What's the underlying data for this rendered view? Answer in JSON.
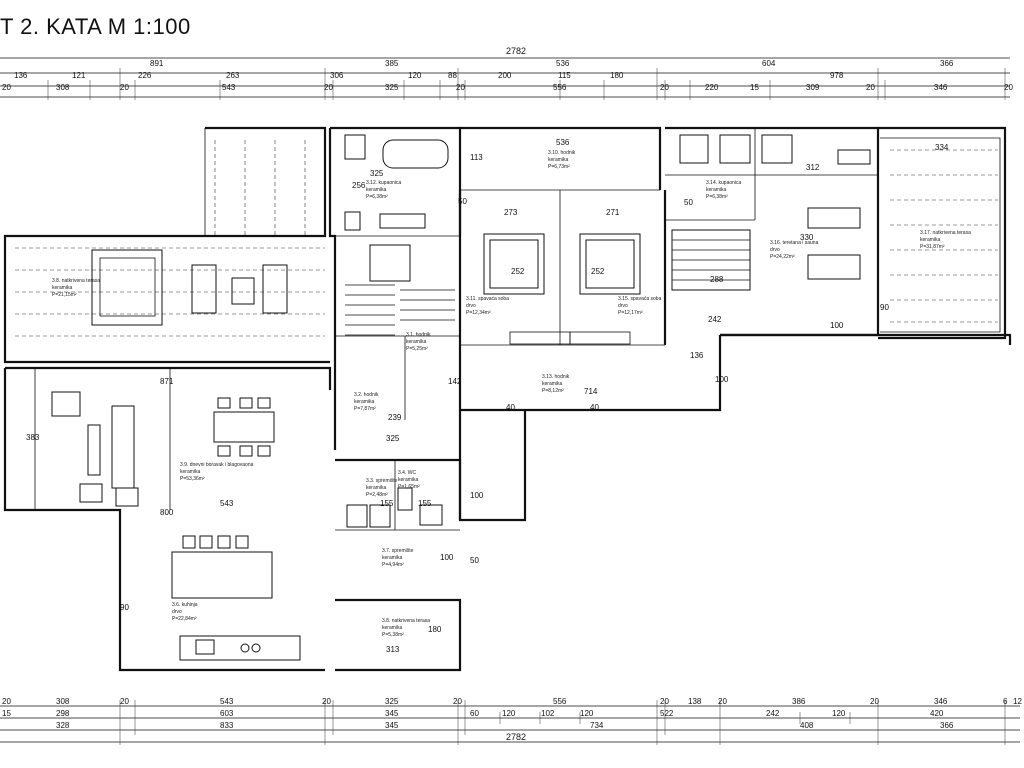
{
  "title": "T 2. KATA M 1:100",
  "top_dims": {
    "overall": "2782",
    "row1": [
      "891",
      "385",
      "536",
      "604",
      "366"
    ],
    "row2": [
      "136",
      "121",
      "226",
      "263",
      "306",
      "120",
      "88",
      "200",
      "115",
      "180",
      "978"
    ],
    "row3": [
      "20",
      "308",
      "20",
      "543",
      "20",
      "325",
      "20",
      "556",
      "20",
      "220",
      "15",
      "309",
      "20",
      "346",
      "20"
    ]
  },
  "bottom_dims": {
    "overall": "2782",
    "row1": [
      "20",
      "308",
      "20",
      "543",
      "20",
      "325",
      "20",
      "556",
      "20",
      "138",
      "20",
      "386",
      "20",
      "346",
      "6",
      "12"
    ],
    "row2": [
      "15",
      "298",
      "603",
      "345",
      "60",
      "120",
      "102",
      "120",
      "522",
      "242",
      "120",
      "420"
    ],
    "row3": [
      "328",
      "833",
      "345",
      "734",
      "408",
      "366"
    ]
  },
  "inner_dims": [
    "536",
    "113",
    "325",
    "256",
    "273",
    "271",
    "252",
    "252",
    "871",
    "383",
    "543",
    "800",
    "325",
    "239",
    "142",
    "714",
    "136",
    "334",
    "312",
    "288",
    "242",
    "330",
    "155",
    "155",
    "313",
    "180",
    "100",
    "40",
    "40",
    "100"
  ],
  "rooms": [
    {
      "id": "r3_8",
      "name": "3.8. natkrivena terasa",
      "floor": "keramika",
      "area": "P=21,15m²"
    },
    {
      "id": "r3_9",
      "name": "3.9. dnevni boravak i blagovaona",
      "floor": "keramika",
      "area": "P=53,36m²"
    },
    {
      "id": "r3_6",
      "name": "3.6. kuhinja",
      "floor": "drvo",
      "area": "P=22,84m²"
    },
    {
      "id": "r3_12",
      "name": "3.12. kupaonica",
      "floor": "keramika",
      "area": "P=6,38m²"
    },
    {
      "id": "r3_1",
      "name": "3.1. hodnik",
      "floor": "keramika",
      "area": "P=5,25m²"
    },
    {
      "id": "r3_2",
      "name": "3.2. hodnik",
      "floor": "keramika",
      "area": "P=7,87m²"
    },
    {
      "id": "r3_3",
      "name": "3.3. spremište",
      "floor": "keramika",
      "area": "P=2,48m²"
    },
    {
      "id": "r3_4",
      "name": "3.4. WC",
      "floor": "keramika",
      "area": "P=1,65m²"
    },
    {
      "id": "r3_7",
      "name": "3.7. spremište",
      "floor": "keramika",
      "area": "P=4,94m²"
    },
    {
      "id": "r3_8b",
      "name": "3.8. natkrivena terasa",
      "floor": "keramika",
      "area": "P=5,38m²"
    },
    {
      "id": "r3_10",
      "name": "3.10. hodnik",
      "floor": "keramika",
      "area": "P=6,73m²"
    },
    {
      "id": "r3_11",
      "name": "3.11. spavaća soba",
      "floor": "drvo",
      "area": "P=12,34m²"
    },
    {
      "id": "r3_15",
      "name": "3.15. spavaća soba",
      "floor": "drvo",
      "area": "P=12,17m²"
    },
    {
      "id": "r3_13",
      "name": "3.13. hodnik",
      "floor": "keramika",
      "area": "P=8,12m²"
    },
    {
      "id": "r3_14",
      "name": "3.14. kupaonica",
      "floor": "keramika",
      "area": "P=6,38m²"
    },
    {
      "id": "r3_16",
      "name": "3.16. teretana i sauna",
      "floor": "drvo",
      "area": "P=24,22m²"
    },
    {
      "id": "r3_17",
      "name": "3.17. natkrivena terasa",
      "floor": "keramika",
      "area": "P=31,87m²"
    }
  ],
  "door_labels": [
    "50",
    "50",
    "90",
    "100",
    "100",
    "50",
    "90"
  ]
}
